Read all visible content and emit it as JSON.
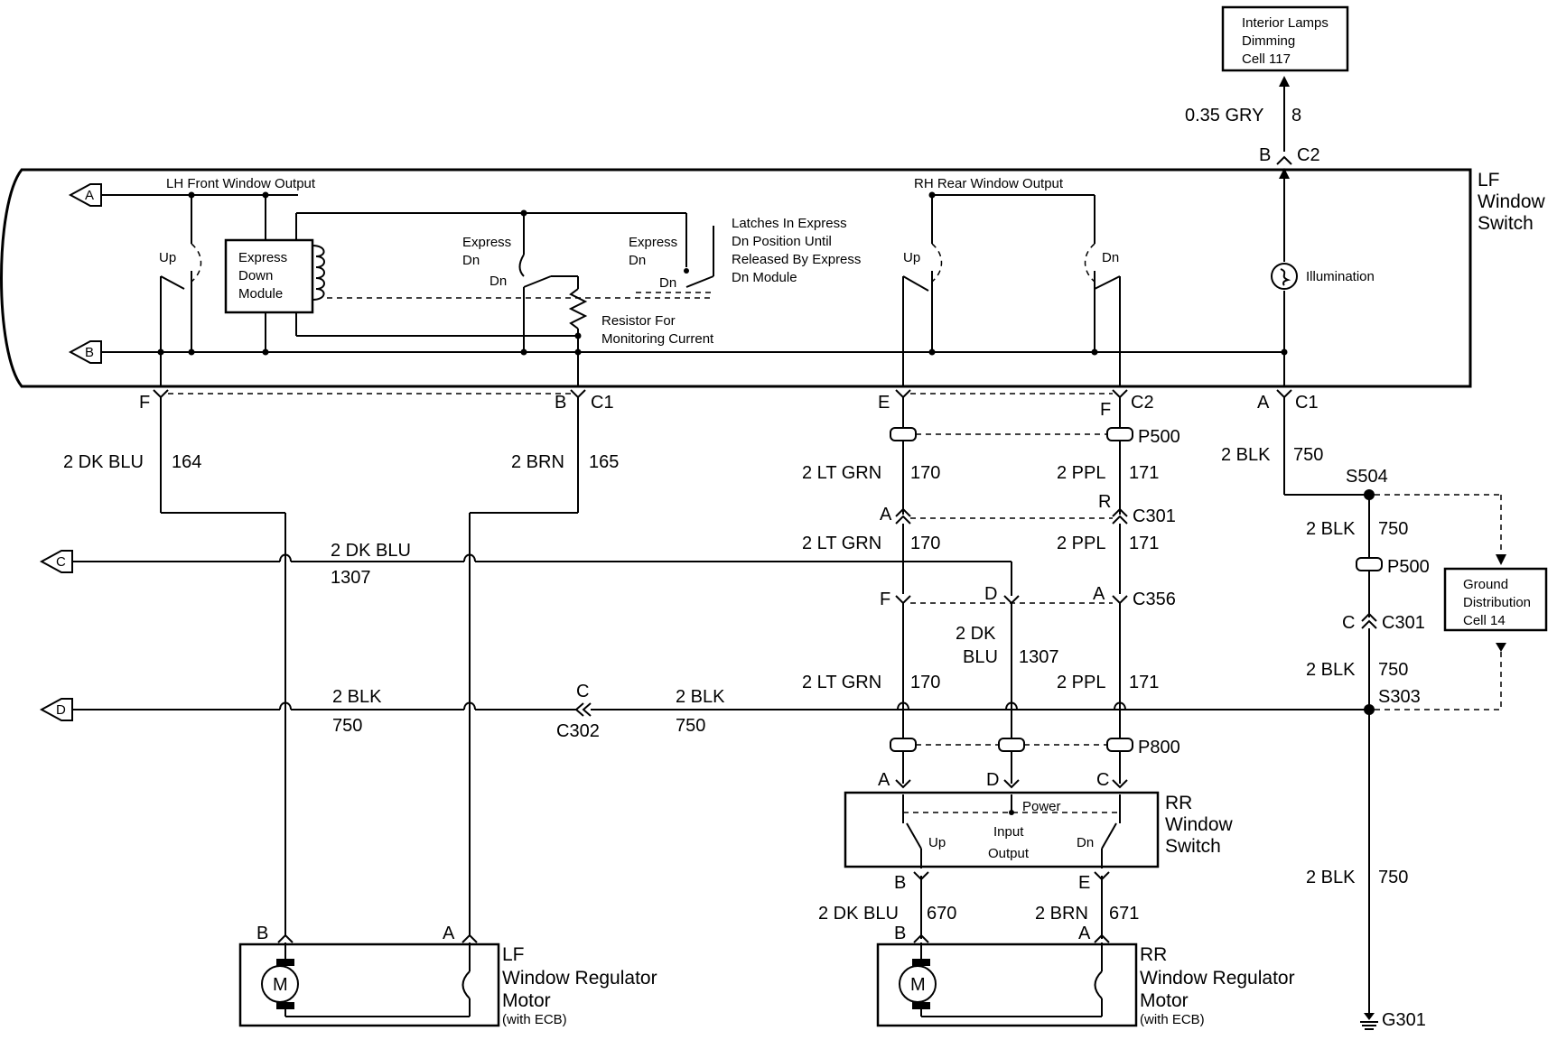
{
  "components": {
    "interior_lamps": [
      "Interior Lamps",
      "Dimming",
      "Cell 117"
    ],
    "lf_window_switch": [
      "LF",
      "Window",
      "Switch"
    ],
    "express_down_module": [
      "Express",
      "Down",
      "Module"
    ],
    "illumination": "Illumination",
    "rr_window_switch": [
      "RR",
      "Window",
      "Switch"
    ],
    "lf_motor": [
      "LF",
      "Window Regulator",
      "Motor",
      "(with ECB)"
    ],
    "rr_motor": [
      "RR",
      "Window Regulator",
      "Motor",
      "(with ECB)"
    ],
    "ground_distribution": [
      "Ground",
      "Distribution",
      "Cell 14"
    ],
    "motor_symbol": "M"
  },
  "switch_labels": {
    "lh_front_output": "LH Front Window Output",
    "rh_rear_output": "RH Rear Window Output",
    "up": "Up",
    "dn": "Dn",
    "express_dn": [
      "Express",
      "Dn"
    ],
    "latches_note": [
      "Latches In Express",
      "Dn Position Until",
      "Released By Express",
      "Dn Module"
    ],
    "resistor_note": [
      "Resistor For",
      "Monitoring Current"
    ],
    "rr_power": "Power",
    "rr_input": "Input",
    "rr_output": "Output",
    "rr_up": "Up",
    "rr_dn": "Dn"
  },
  "offpage": [
    "A",
    "B",
    "C",
    "D"
  ],
  "wires": {
    "gry": "0.35 GRY",
    "gry_circuit": "8",
    "dk_blu": "2 DK BLU",
    "circ_164": "164",
    "brn": "2 BRN",
    "circ_165": "165",
    "lt_grn": "2 LT GRN",
    "circ_170": "170",
    "ppl": "2 PPL",
    "circ_171": "171",
    "blk": "2 BLK",
    "circ_750": "750",
    "circ_1307": "1307",
    "dk_blu_split": [
      "2 DK",
      "BLU"
    ],
    "circ_670": "670",
    "circ_671": "671"
  },
  "connectors": {
    "C1": "C1",
    "C2": "C2",
    "P500": "P500",
    "C301": "C301",
    "C356": "C356",
    "P800": "P800",
    "C302": "C302",
    "S504": "S504",
    "S303": "S303",
    "G301": "G301"
  },
  "pins": {
    "A": "A",
    "B": "B",
    "C": "C",
    "D": "D",
    "E": "E",
    "F": "F",
    "R": "R"
  }
}
